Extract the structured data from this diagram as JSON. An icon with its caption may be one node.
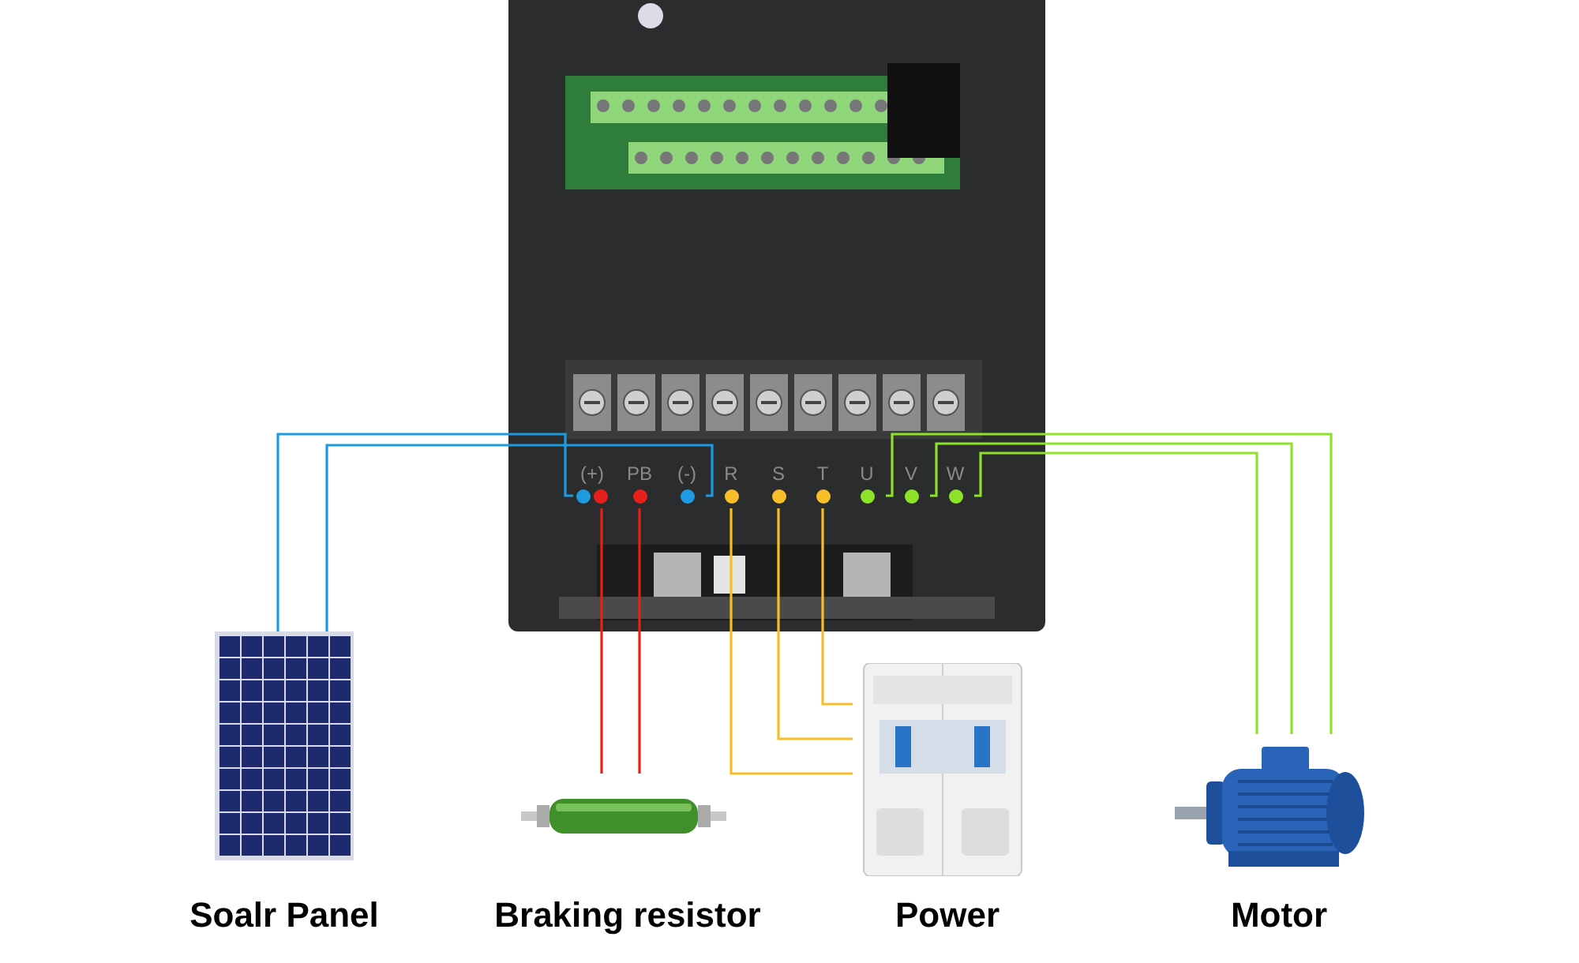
{
  "diagram": {
    "nodes": [
      {
        "text": [],
        "shape": "picture"
      },
      {
        "text": [
          "(+)"
        ],
        "in": 0
      },
      {
        "text": [
          "PB"
        ],
        "in": 0
      },
      {
        "text": [
          "(-)"
        ],
        "in": 0
      },
      {
        "text": [
          "R"
        ],
        "in": 0
      },
      {
        "text": [
          "S"
        ],
        "in": 0
      },
      {
        "text": [
          "T"
        ],
        "in": 0
      },
      {
        "text": [
          "U"
        ],
        "in": 0
      },
      {
        "text": [
          "V"
        ],
        "in": 0
      },
      {
        "text": [
          "W"
        ],
        "in": 0
      },
      {
        "text": [
          "Soalr Panel"
        ]
      },
      {
        "text": [
          "Braking resistor"
        ]
      },
      {
        "text": [
          "Power"
        ]
      },
      {
        "text": [
          "Motor"
        ]
      }
    ],
    "edges": [
      {
        "from": 1,
        "to": 10,
        "arrow": "none",
        "color": "#1e9be0"
      },
      {
        "from": 3,
        "to": 10,
        "arrow": "none",
        "color": "#1e9be0"
      },
      {
        "from": 1,
        "to": 11,
        "arrow": "none",
        "color": "#e8201c"
      },
      {
        "from": 2,
        "to": 11,
        "arrow": "none",
        "color": "#e8201c"
      },
      {
        "from": 4,
        "to": 12,
        "arrow": "none",
        "color": "#f7be2a"
      },
      {
        "from": 5,
        "to": 12,
        "arrow": "none",
        "color": "#f7be2a"
      },
      {
        "from": 6,
        "to": 12,
        "arrow": "none",
        "color": "#f7be2a"
      },
      {
        "from": 7,
        "to": 13,
        "arrow": "none",
        "color": "#8ee22a"
      },
      {
        "from": 8,
        "to": 13,
        "arrow": "none",
        "color": "#8ee22a"
      },
      {
        "from": 9,
        "to": 13,
        "arrow": "none",
        "color": "#8ee22a"
      }
    ]
  }
}
